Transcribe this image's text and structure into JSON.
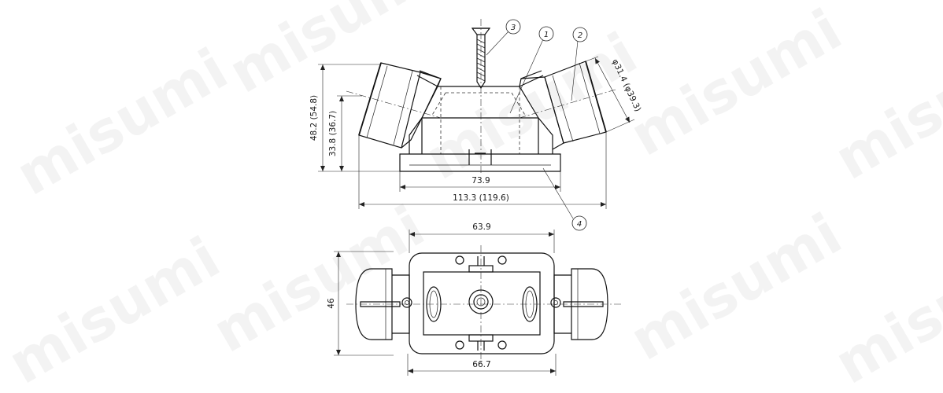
{
  "watermark": "misumi",
  "top_view": {
    "dimensions": {
      "overall_height": "48.2 (54.8)",
      "body_height": "33.8 (36.7)",
      "base_width": "73.9",
      "overall_width": "113.3 (119.6)",
      "connector_diameter": "φ31.4 (φ39.3)"
    },
    "callouts": [
      "1",
      "2",
      "3",
      "4"
    ]
  },
  "plan_view": {
    "dimensions": {
      "top_width": "63.9",
      "bottom_width": "66.7",
      "height": "46"
    }
  }
}
